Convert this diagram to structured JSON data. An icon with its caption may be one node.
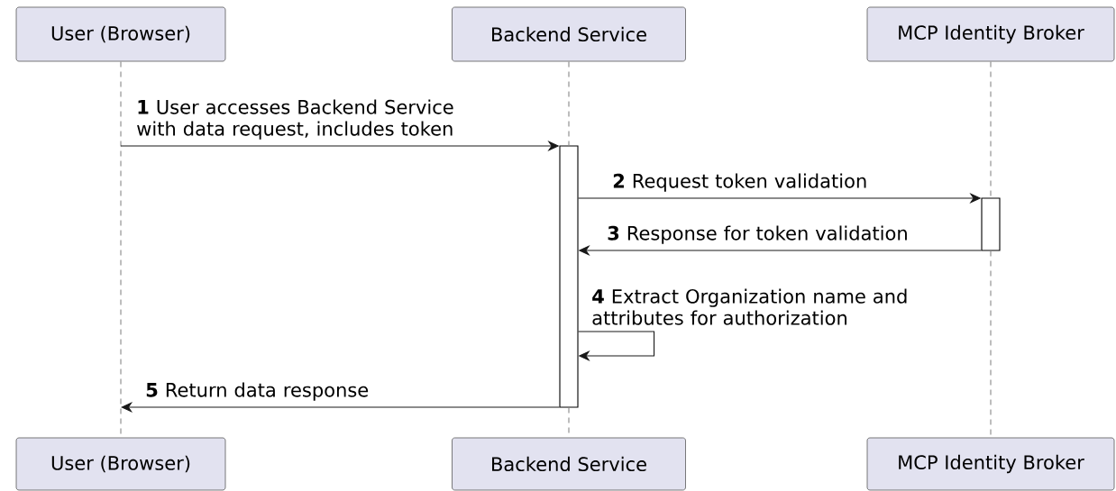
{
  "diagram": {
    "nodes": [
      {
        "text": [
          "User (Browser)"
        ]
      },
      {
        "text": [
          "Backend Service"
        ]
      },
      {
        "text": [
          "MCP Identity Broker"
        ]
      },
      {
        "text": [
          "User (Browser)"
        ]
      },
      {
        "text": [
          "Backend Service"
        ]
      },
      {
        "text": [
          "MCP Identity Broker"
        ]
      },
      {
        "text": [],
        "shape": "bar"
      },
      {
        "text": [],
        "shape": "bar"
      }
    ],
    "edges": [
      {
        "from": 0,
        "to": 3,
        "arrow": "none",
        "style": "dashed",
        "color": "#888888"
      },
      {
        "from": 1,
        "to": 6,
        "arrow": "none",
        "style": "dashed",
        "color": "#888888"
      },
      {
        "from": 6,
        "to": 4,
        "arrow": "none",
        "style": "dashed",
        "color": "#888888"
      },
      {
        "from": 2,
        "to": 7,
        "arrow": "none",
        "style": "dashed",
        "color": "#888888"
      },
      {
        "from": 7,
        "to": 5,
        "arrow": "none",
        "style": "dashed",
        "color": "#888888"
      },
      {
        "from": null,
        "to": 6,
        "arrow": "to",
        "color": "#181818",
        "label": "**1** User accesses Backend Service with data request, includes token"
      },
      {
        "from": 6,
        "to": 7,
        "arrow": "to",
        "color": "#181818",
        "label": "**2** Request token validation"
      },
      {
        "from": 7,
        "to": 6,
        "arrow": "to",
        "color": "#181818",
        "label": "**3** Response for token validation"
      },
      {
        "from": 6,
        "to": 6,
        "arrow": "to",
        "color": "#181818",
        "label": "**4** Extract Organization name and attributes for authorization"
      },
      {
        "from": 6,
        "to": null,
        "arrow": "to",
        "color": "#181818",
        "label": "**5** Return data response"
      }
    ]
  }
}
